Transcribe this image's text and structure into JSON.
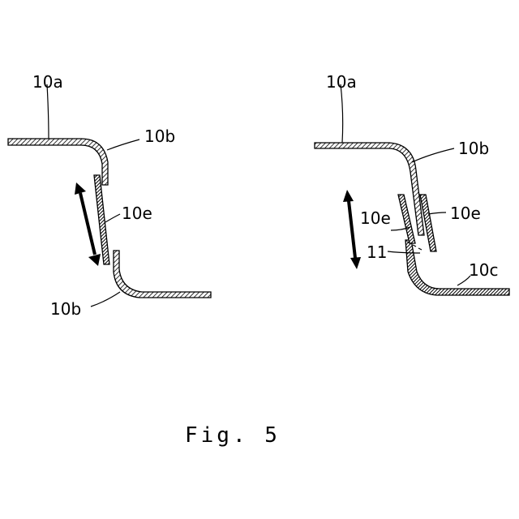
{
  "figure": {
    "caption": "Fig. 5",
    "left": {
      "label_top_panel": "10a",
      "label_upper_bend": "10b",
      "label_slider": "10e",
      "label_lower_bend": "10b"
    },
    "right": {
      "label_top_panel": "10a",
      "label_bend": "10b",
      "label_slider_left": "10e",
      "label_slider_right": "10e",
      "label_gap": "11",
      "label_bottom_panel": "10c"
    }
  },
  "colors": {
    "ink": "#000000",
    "background": "#ffffff"
  }
}
